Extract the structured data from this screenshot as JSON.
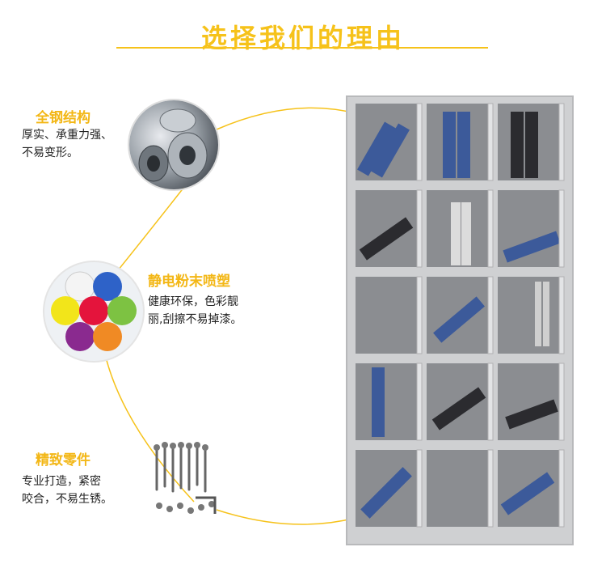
{
  "header": {
    "title": "选择我们的理由"
  },
  "features": [
    {
      "title": "全钢结构",
      "desc_line1": "厚实、承重力强、",
      "desc_line2": "不易变形。",
      "image_icon": "steel-coil"
    },
    {
      "title": "静电粉末喷塑",
      "desc_line1": "健康环保，色彩靓",
      "desc_line2": "丽,刮擦不易掉漆。",
      "image_icon": "powder-paint"
    },
    {
      "title": "精致零件",
      "desc_line1": "专业打造，紧密",
      "desc_line2": "咬合，不易生锈。",
      "image_icon": "hardware-parts"
    }
  ],
  "colors": {
    "accent": "#f6c21a",
    "cabinet": "#cfd0d2",
    "binder_blue": "#3c5a9a",
    "binder_black": "#2b2b2f"
  },
  "product": {
    "image_icon": "locker-cabinet-15-doors"
  }
}
